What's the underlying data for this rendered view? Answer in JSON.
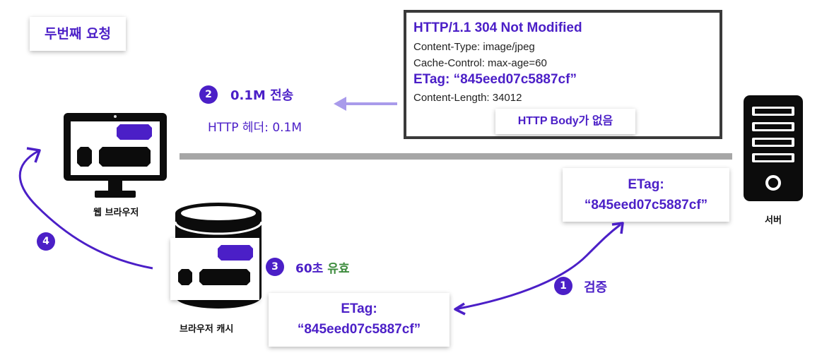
{
  "title": "두번째 요청",
  "response": {
    "status_line": "HTTP/1.1 304 Not Modified",
    "headers": [
      "Content-Type: image/jpeg",
      "Cache-Control: max-age=60"
    ],
    "etag": "ETag: “845eed07c5887cf”",
    "content_length": "Content-Length: 34012",
    "no_body_note": "HTTP Body가 없음"
  },
  "transfer": {
    "step": "2",
    "label": "0.1M 전송",
    "detail": "HTTP 헤더: 0.1M"
  },
  "browser": {
    "label": "웹 브라우저"
  },
  "server": {
    "label": "서버"
  },
  "cache": {
    "label": "브라우저 캐시",
    "etag_key": "ETag:",
    "etag_value": "“845eed07c5887cf”"
  },
  "server_etag": {
    "etag_key": "ETag:",
    "etag_value": "“845eed07c5887cf”"
  },
  "steps": {
    "verify": {
      "number": "1",
      "label": "검증"
    },
    "validity": {
      "number": "3",
      "label_prefix": "60초",
      "label_highlight": "유효"
    },
    "reuse": {
      "number": "4"
    }
  },
  "colors": {
    "accent": "#4B1FC7",
    "valid_green": "#3C8B3C",
    "arrow_light": "#A99BEB",
    "link_gray": "#A6A6A6"
  }
}
